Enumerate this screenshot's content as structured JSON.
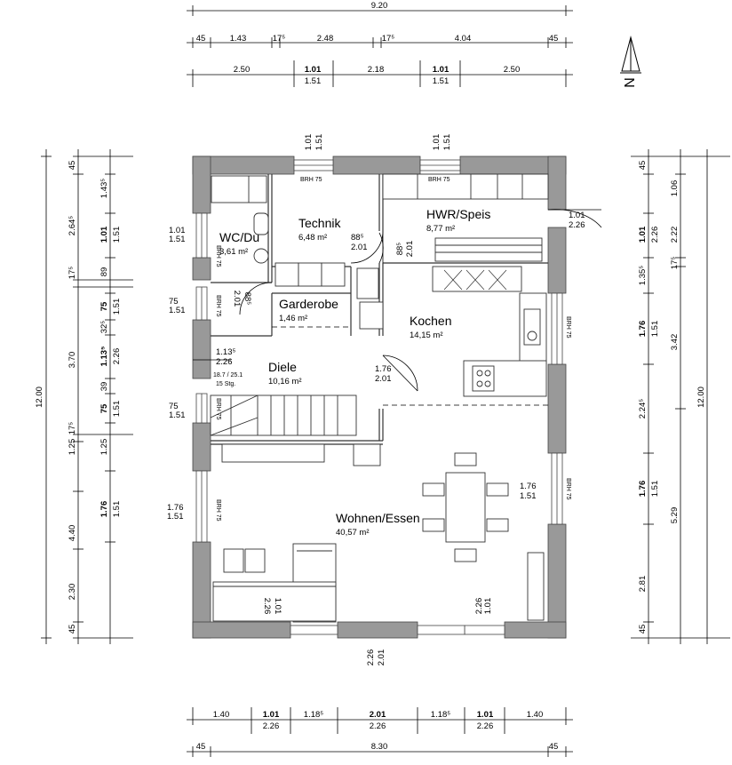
{
  "north_label": "N",
  "top_dims": {
    "overall": "9.20",
    "row1": [
      "45",
      "1.43",
      "17⁵",
      "2.48",
      "17⁵",
      "4.04",
      "45"
    ],
    "row2": [
      "2.50",
      "1.01",
      "2.18",
      "1.01",
      "2.50"
    ],
    "row2_sub": [
      "1.51",
      "1.51"
    ]
  },
  "bottom_dims": {
    "overall": "8.30",
    "row1": [
      "1.40",
      "1.01",
      "1.18⁵",
      "2.01",
      "1.18⁵",
      "1.01",
      "1.40"
    ],
    "row1_sub": [
      "2.26",
      "2.26",
      "2.26"
    ],
    "row2": [
      "45",
      "45"
    ]
  },
  "left_dims": {
    "overall": "12.00",
    "outer": [
      "45",
      "2.64⁵",
      "17⁵",
      "3.70",
      "17⁵",
      "1.25",
      "4.40",
      "2.30",
      "45"
    ],
    "inner": [
      "1.43⁵",
      "1.01",
      "89",
      "75",
      "32⁵",
      "1.13⁵",
      "39",
      "75",
      "1.25",
      "1.76"
    ],
    "inner_sub": [
      "1.51",
      "1.51",
      "2.26",
      "1.51",
      "1.51"
    ]
  },
  "right_dims": {
    "overall": "12.00",
    "outer": [
      "1.06",
      "2.22",
      "17⁵",
      "3.42",
      "5.29"
    ],
    "inner": [
      "45",
      "1.01",
      "1.35⁵",
      "1.76",
      "2.24⁵",
      "1.76",
      "2.81",
      "45"
    ],
    "inner_sub": [
      "2.26",
      "1.51",
      "1.51"
    ]
  },
  "rooms": {
    "wc": {
      "name": "WC/Du",
      "area": "3,61 m²"
    },
    "technik": {
      "name": "Technik",
      "area": "6,48 m²"
    },
    "hwr": {
      "name": "HWR/Speis",
      "area": "8,77 m²"
    },
    "garderobe": {
      "name": "Garderobe",
      "area": "1,46 m²"
    },
    "kochen": {
      "name": "Kochen",
      "area": "14,15 m²"
    },
    "diele": {
      "name": "Diele",
      "area": "10,16 m²"
    },
    "wohnen": {
      "name": "Wohnen/Essen",
      "area": "40,57 m²"
    }
  },
  "openings": {
    "brh": "BRH 75",
    "win_top1": [
      "1.01",
      "1.51"
    ],
    "win_top2": [
      "1.01",
      "1.51"
    ],
    "wc_win": [
      "1.01",
      "1.51"
    ],
    "gard_win": [
      "75",
      "1.51"
    ],
    "stair_win": [
      "75",
      "1.51"
    ],
    "wohn_win_left": [
      "1.76",
      "1.51"
    ],
    "wohn_win_right": [
      "1.76",
      "1.51"
    ],
    "hwr_door": [
      "1.01",
      "2.26"
    ],
    "technik_door": [
      "88⁵",
      "2.01"
    ],
    "hwr_inner_door": [
      "88⁵",
      "2.01"
    ],
    "wc_door": [
      "88⁵",
      "2.01"
    ],
    "entry_door": [
      "1.13⁵",
      "2.26"
    ],
    "kitchen_door": [
      "1.76",
      "2.01"
    ],
    "sofa": [
      "1.01",
      "2.26"
    ],
    "terrace": [
      "1.01",
      "2.26"
    ],
    "front_door": [
      "2.01",
      "2.26"
    ],
    "stair_label": "18.7 / 25.1",
    "stair_steps": "15 Stg."
  }
}
